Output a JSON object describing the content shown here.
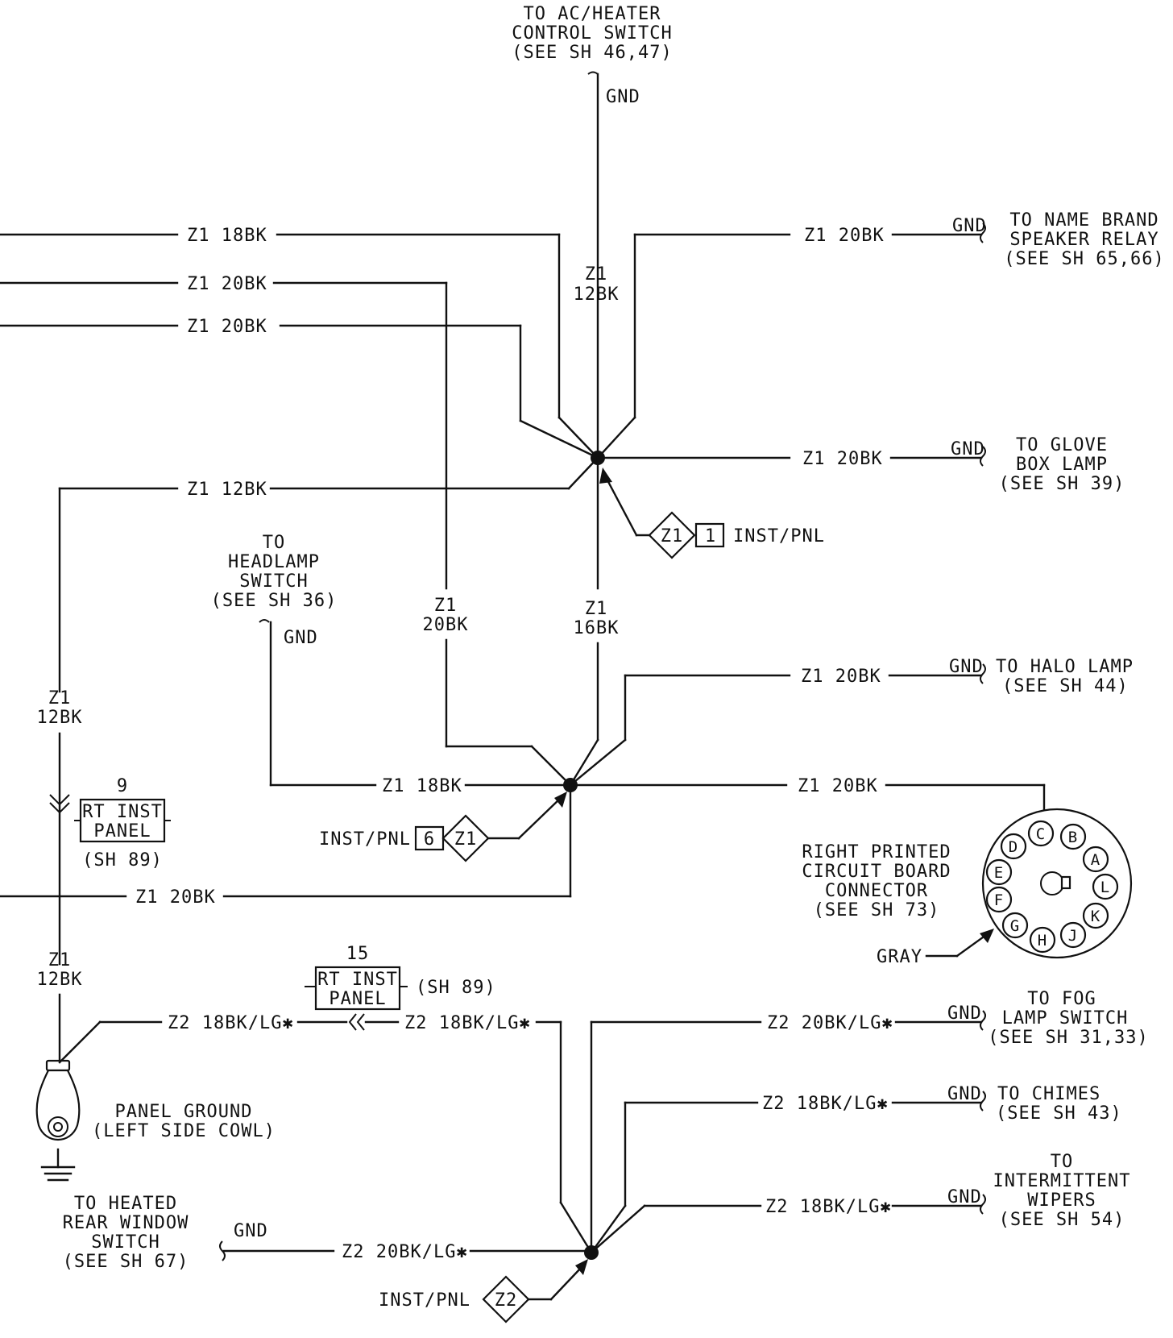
{
  "destinations": {
    "ac_heater": [
      "TO AC/HEATER",
      "CONTROL SWITCH",
      "(SEE SH 46,47)"
    ],
    "name_brand": [
      "TO NAME BRAND",
      "SPEAKER RELAY",
      "(SEE SH 65,66)"
    ],
    "glove_box": [
      "TO GLOVE",
      "BOX LAMP",
      "(SEE SH 39)"
    ],
    "headlamp": [
      "TO",
      "HEADLAMP",
      "SWITCH",
      "(SEE SH 36)"
    ],
    "halo_lamp": [
      "TO HALO LAMP",
      "(SEE SH 44)"
    ],
    "fog_lamp": [
      "TO FOG",
      "LAMP SWITCH",
      "(SEE SH 31,33)"
    ],
    "chimes": [
      "TO CHIMES",
      "(SEE SH 43)"
    ],
    "wipers": [
      "TO",
      "INTERMITTENT",
      "WIPERS",
      "(SEE SH 54)"
    ],
    "heated_rear": [
      "TO HEATED",
      "REAR WINDOW",
      "SWITCH",
      "(SEE SH 67)"
    ]
  },
  "gnd_label": "GND",
  "wires": {
    "w1": "Z1 18BK",
    "w2": "Z1 20BK",
    "w3": "Z1 20BK",
    "w4": "Z1 12BK",
    "w_name_brand": "Z1 20BK",
    "w_glove": "Z1 20BK",
    "v_top": [
      "Z1",
      "12BK"
    ],
    "v_20bk": [
      "Z1",
      "20BK"
    ],
    "v_16bk": [
      "Z1",
      "16BK"
    ],
    "v_left": [
      "Z1",
      "12BK"
    ],
    "v_left_low": [
      "Z1",
      "12BK"
    ],
    "w_halo": "Z1 20BK",
    "w_headlamp": "Z1 18BK",
    "w_connector": "Z1 20BK",
    "w_bottom_left": "Z1 20BK",
    "w_z2_left": "Z2 18BK/LG✱",
    "w_z2_mid": "Z2 18BK/LG✱",
    "w_fog": "Z2 20BK/LG✱",
    "w_chimes": "Z2 18BK/LG✱",
    "w_wipers": "Z2 18BK/LG✱",
    "w_heated": "Z2 20BK/LG✱"
  },
  "splices": {
    "upper": {
      "code": "Z1",
      "pin": "1",
      "label": "INST/PNL"
    },
    "middle": {
      "code": "Z1",
      "pin": "6",
      "label": "INST/PNL"
    },
    "lower": {
      "code": "Z2",
      "label": "INST/PNL"
    }
  },
  "connectors": {
    "rt_inst_9": {
      "num": "9",
      "line1": "RT INST",
      "line2": "PANEL",
      "ref": "(SH 89)"
    },
    "rt_inst_15": {
      "num": "15",
      "line1": "RT INST",
      "line2": "PANEL",
      "ref": "(SH 89)"
    }
  },
  "circuit_board": {
    "title": [
      "RIGHT PRINTED",
      "CIRCUIT BOARD",
      "CONNECTOR",
      "(SEE SH 73)"
    ],
    "pins": [
      "C",
      "B",
      "A",
      "L",
      "K",
      "J",
      "H",
      "G",
      "F",
      "E",
      "D"
    ],
    "color_label": "GRAY"
  },
  "ground": {
    "label": [
      "PANEL GROUND",
      "(LEFT SIDE COWL)"
    ]
  }
}
